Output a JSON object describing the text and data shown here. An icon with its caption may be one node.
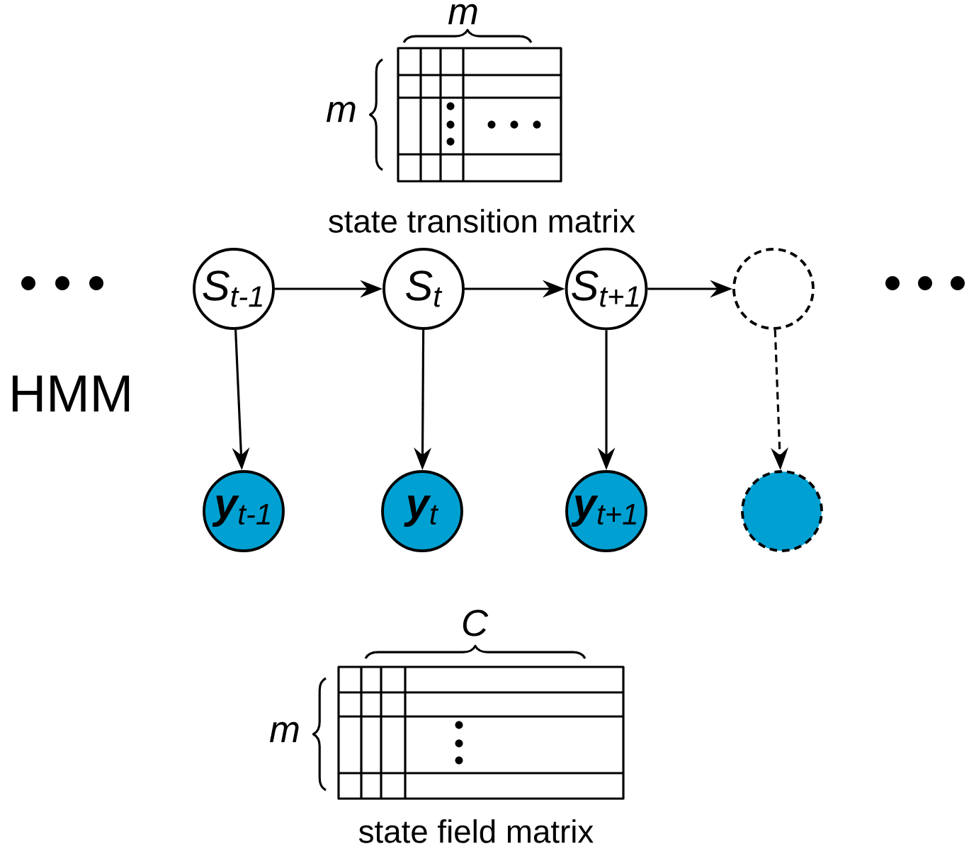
{
  "diagram": {
    "nodes": [
      {
        "text": [
          "S$_{t-1}$"
        ]
      },
      {
        "text": [
          "S$_{t}$"
        ]
      },
      {
        "text": [
          "S$_{t+1}$"
        ]
      },
      {
        "text": [],
        "shape": "circle"
      },
      {
        "text": [
          "**y**$_{t-1}$"
        ]
      },
      {
        "text": [
          "**y**$_{t}$"
        ]
      },
      {
        "text": [
          "**y**$_{t+1}$"
        ]
      },
      {
        "text": [],
        "shape": "circle"
      }
    ],
    "edges": [
      {
        "from": 0,
        "to": 1,
        "arrow": "to"
      },
      {
        "from": 1,
        "to": 2,
        "arrow": "to"
      },
      {
        "from": 2,
        "to": 3,
        "arrow": "to"
      },
      {
        "from": 0,
        "to": 4,
        "arrow": "to"
      },
      {
        "from": 1,
        "to": 5,
        "arrow": "to"
      },
      {
        "from": 2,
        "to": 6,
        "arrow": "to"
      },
      {
        "from": 3,
        "to": 7,
        "arrow": "to",
        "style": "dashed"
      }
    ],
    "labels": [
      "m",
      "m",
      "state transition matrix",
      "HMM",
      "C",
      "m",
      "state field matrix"
    ]
  }
}
